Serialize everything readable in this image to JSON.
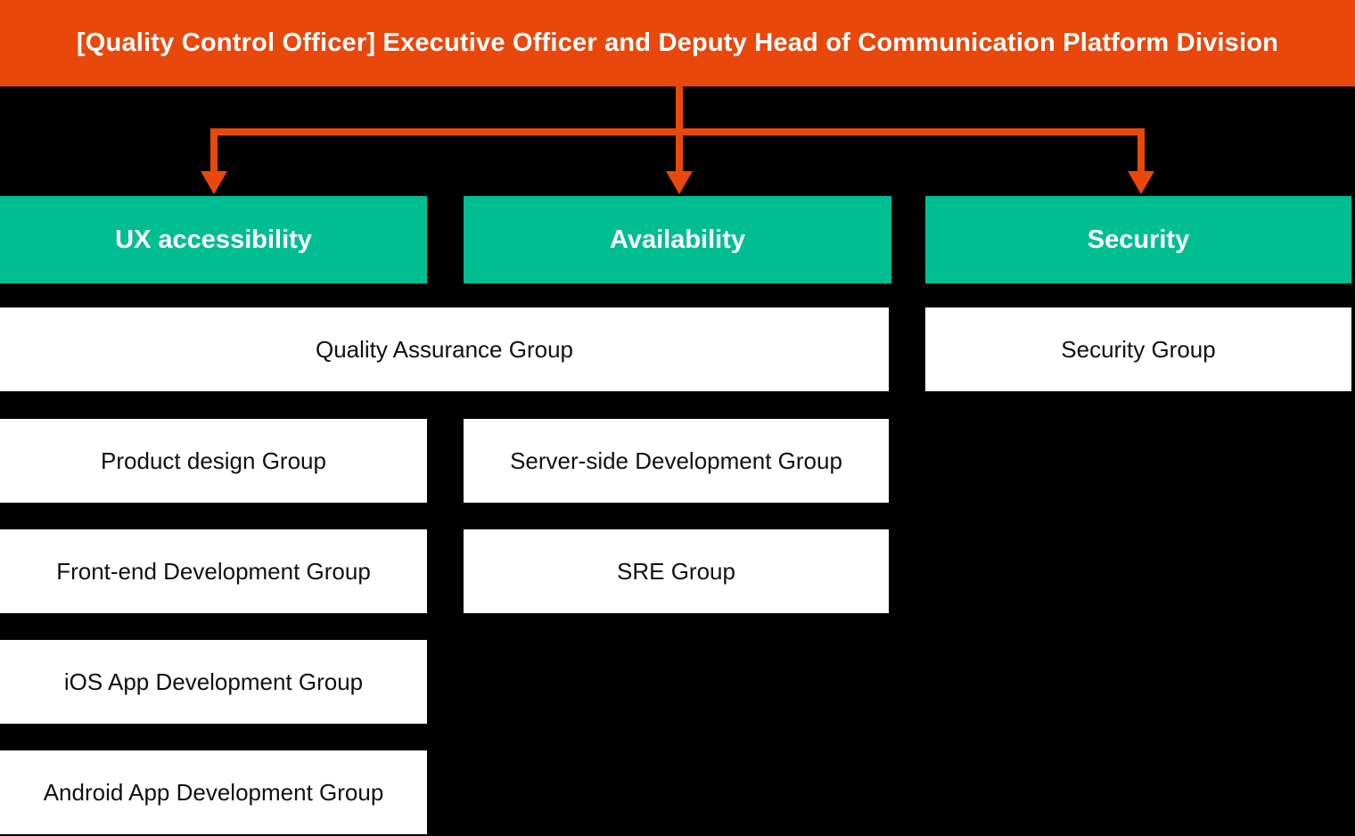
{
  "banner": {
    "title": "[Quality Control Officer] Executive Officer and Deputy Head of Communication Platform Division"
  },
  "columns": [
    {
      "key": "ux",
      "header": "UX accessibility",
      "items": [
        "Product design Group",
        "Front-end Development Group",
        "iOS App Development Group",
        "Android App Development Group"
      ]
    },
    {
      "key": "availability",
      "header": "Availability",
      "items": [
        "Server-side Development Group",
        "SRE Group"
      ]
    },
    {
      "key": "security",
      "header": "Security",
      "items": [
        "Security Group"
      ]
    }
  ],
  "shared": {
    "quality_assurance": "Quality Assurance Group"
  },
  "colors": {
    "background": "#000000",
    "banner_orange": "#E8480C",
    "connector_orange": "#E8480C",
    "header_teal": "#00BD92",
    "card_background": "#FFFFFF",
    "card_text": "#111111",
    "banner_text": "#FFFFFF",
    "header_text": "#FFFFFF"
  }
}
